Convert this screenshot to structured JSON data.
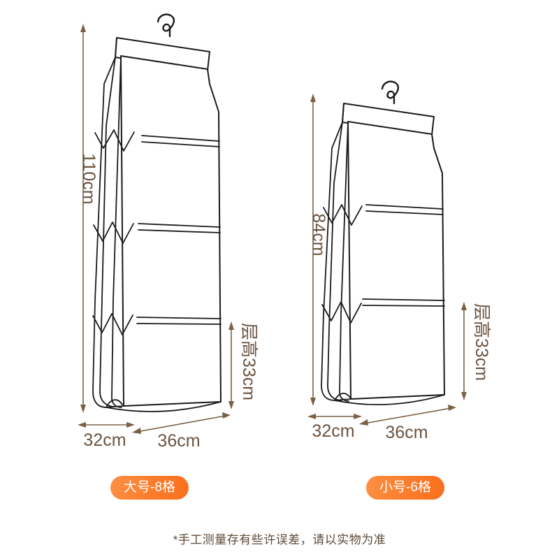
{
  "page": {
    "background_color": "#ffffff",
    "disclaimer": "*手工测量存有些许误差，请以实物为准"
  },
  "style": {
    "outline_color": "#1a1a1a",
    "dimension_color": "#7a6045",
    "dimension_text_color": "#6b5340",
    "badge_color_start": "#fd9044",
    "badge_color_end": "#f96f1c",
    "badge_text_color": "#ffffff"
  },
  "products": [
    {
      "id": "large",
      "badge_label": "大号-8格",
      "compartments_front": 4,
      "side_pleats": 3,
      "dimensions": {
        "height": "110cm",
        "depth": "32cm",
        "width": "36cm",
        "tier_height": "层高33cm"
      }
    },
    {
      "id": "small",
      "badge_label": "小号-6格",
      "compartments_front": 3,
      "side_pleats": 2,
      "dimensions": {
        "height": "84cm",
        "depth": "32cm",
        "width": "36cm",
        "tier_height": "层高33cm"
      }
    }
  ]
}
